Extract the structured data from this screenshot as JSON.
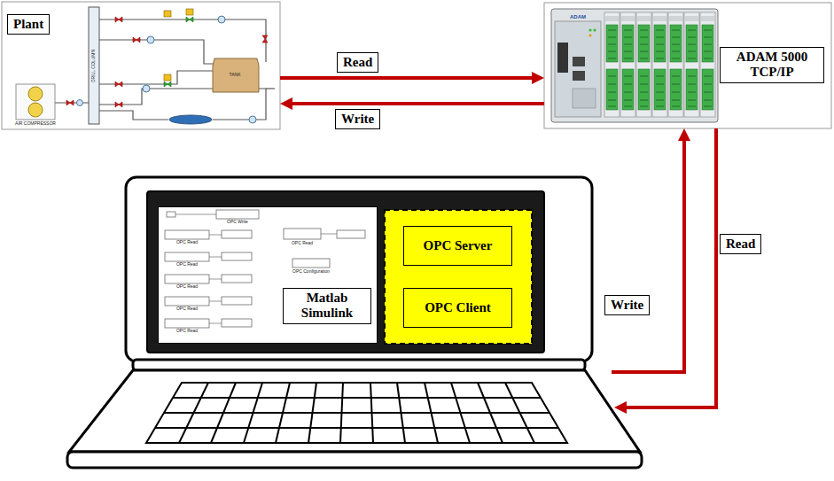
{
  "diagram": {
    "nodes": [
      {
        "text": [
          "Plant"
        ]
      },
      {
        "text": [
          "ADAM 5000 TCP/IP"
        ]
      },
      {
        "text": []
      },
      {
        "text": [
          "Matlab Simulink"
        ],
        "in": 2
      },
      {
        "text": [
          "OPC Server"
        ],
        "in": 2
      },
      {
        "text": [
          "OPC Client"
        ],
        "in": 2
      }
    ],
    "edges": [
      {
        "from": 0,
        "to": 1,
        "label": "Read",
        "arrow": "to"
      },
      {
        "from": 1,
        "to": 0,
        "label": "Write",
        "arrow": "to"
      },
      {
        "from": 2,
        "to": 1,
        "label": "Write",
        "arrow": "to"
      },
      {
        "from": 1,
        "to": 2,
        "label": "Read",
        "arrow": "to"
      }
    ],
    "labels": [
      "DRILL COLUMN",
      "TANK",
      "AIR COMPRESSOR",
      "ADAM",
      "OPC Write",
      "OPC Read",
      "OPC Read",
      "OPC Read",
      "OPC Read",
      "OPC Read",
      "OPC Configuration",
      "OPC Read"
    ]
  }
}
